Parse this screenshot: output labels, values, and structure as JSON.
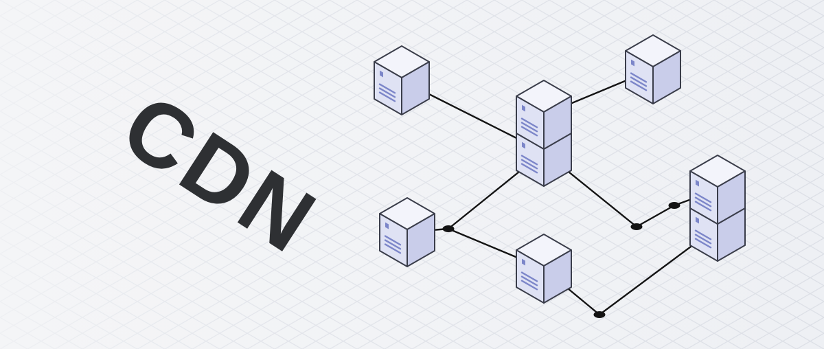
{
  "title": "CDN",
  "colors": {
    "background": "#f1f3f6",
    "grid": "#dcdfe6",
    "title": "#2e3033",
    "server_top": "#f3f4fb",
    "server_left": "#dfe2f4",
    "server_right": "#c9cdea",
    "server_stroke": "#3a3d4a",
    "server_detail": "#7c86c9",
    "link": "#141414",
    "junction": "#141414"
  },
  "diagram": {
    "servers": [
      {
        "id": "server-top-left",
        "icon": "server-icon"
      },
      {
        "id": "server-top-right",
        "icon": "server-icon"
      },
      {
        "id": "server-center-upper",
        "icon": "server-icon"
      },
      {
        "id": "server-center-lower",
        "icon": "server-icon"
      },
      {
        "id": "server-left",
        "icon": "server-icon"
      },
      {
        "id": "server-bottom-middle",
        "icon": "server-icon"
      },
      {
        "id": "server-right-upper",
        "icon": "server-icon"
      },
      {
        "id": "server-right-lower",
        "icon": "server-icon"
      }
    ],
    "junctions": [
      {
        "id": "junction-left"
      },
      {
        "id": "junction-right-lower"
      },
      {
        "id": "junction-right-upper"
      },
      {
        "id": "junction-bottom"
      }
    ],
    "links": [
      {
        "from": "server-top-left",
        "to": "server-center-lower"
      },
      {
        "from": "server-top-right",
        "to": "server-center-upper"
      },
      {
        "from": "server-center-lower",
        "to": "junction-left"
      },
      {
        "from": "server-left",
        "to": "junction-left"
      },
      {
        "from": "junction-left",
        "to": "server-bottom-middle"
      },
      {
        "from": "server-bottom-middle",
        "to": "junction-bottom"
      },
      {
        "from": "junction-bottom",
        "to": "server-right-lower"
      },
      {
        "from": "server-center-lower",
        "to": "junction-right-lower"
      },
      {
        "from": "junction-right-lower",
        "to": "junction-right-upper"
      },
      {
        "from": "junction-right-upper",
        "to": "server-right-upper"
      }
    ]
  }
}
